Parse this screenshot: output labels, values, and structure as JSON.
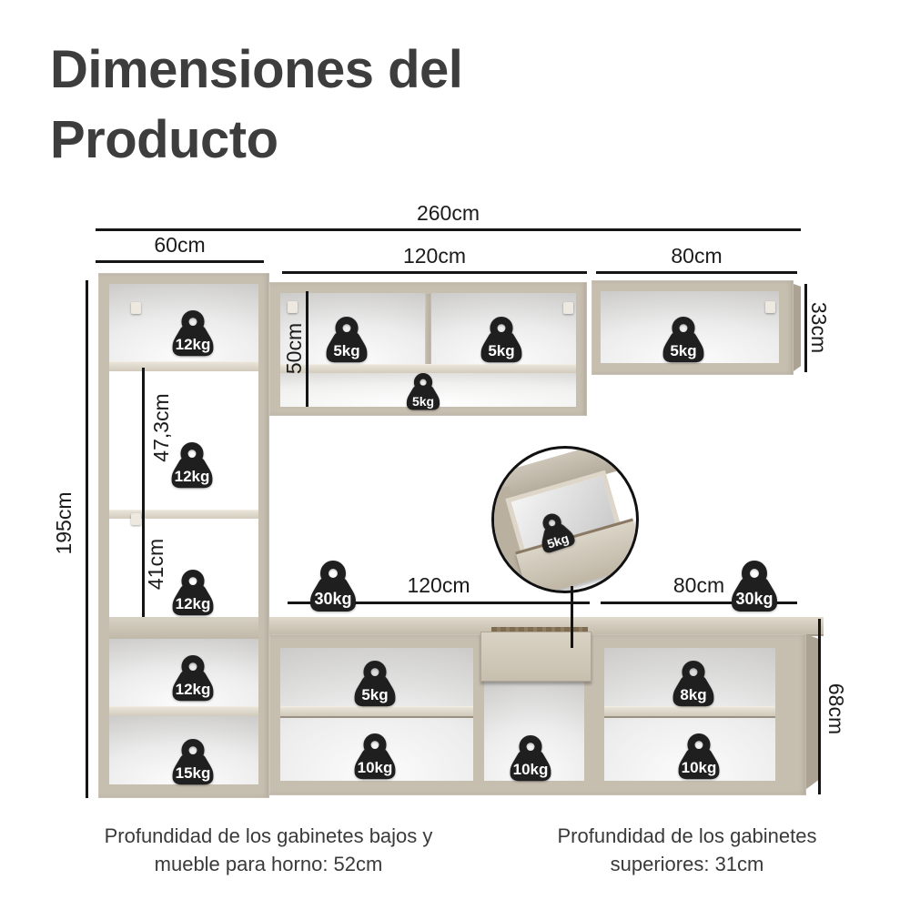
{
  "title": "Dimensiones del Producto",
  "dimensions": {
    "total_width": "260cm",
    "tall_width": "60cm",
    "upper_mid_width": "120cm",
    "upper_right_width": "80cm",
    "tall_height": "195cm",
    "tall_upper_section": "47,3cm",
    "tall_lower_section": "41cm",
    "upper_mid_height": "50cm",
    "upper_right_height": "33cm",
    "base_left_width": "120cm",
    "base_right_width": "80cm",
    "base_height": "68cm"
  },
  "weights": {
    "tall_top": "12kg",
    "tall_mid": "12kg",
    "tall_low": "12kg",
    "tall_base_upper": "12kg",
    "tall_base_lower": "15kg",
    "upper_mid_left": "5kg",
    "upper_mid_right": "5kg",
    "upper_mid_bottom": "5kg",
    "upper_right": "5kg",
    "counter_left": "30kg",
    "counter_right": "30kg",
    "base_left_shelf": "5kg",
    "base_left_bottom": "10kg",
    "drawer_unit_bottom": "10kg",
    "base_right_shelf": "8kg",
    "base_right_bottom": "10kg",
    "drawer_inset": "5kg"
  },
  "notes": {
    "left": "Profundidad de los gabinetes bajos y mueble para horno: 52cm",
    "right": "Profundidad de los gabinetes superiores: 31cm"
  },
  "colors": {
    "panel": "#c6beaf",
    "panel_light": "#d9d3c6",
    "panel_dark": "#aba293",
    "weight_icon": "#1f1f1f",
    "dimension_line": "#151515",
    "title_text": "#3d3d3d"
  }
}
